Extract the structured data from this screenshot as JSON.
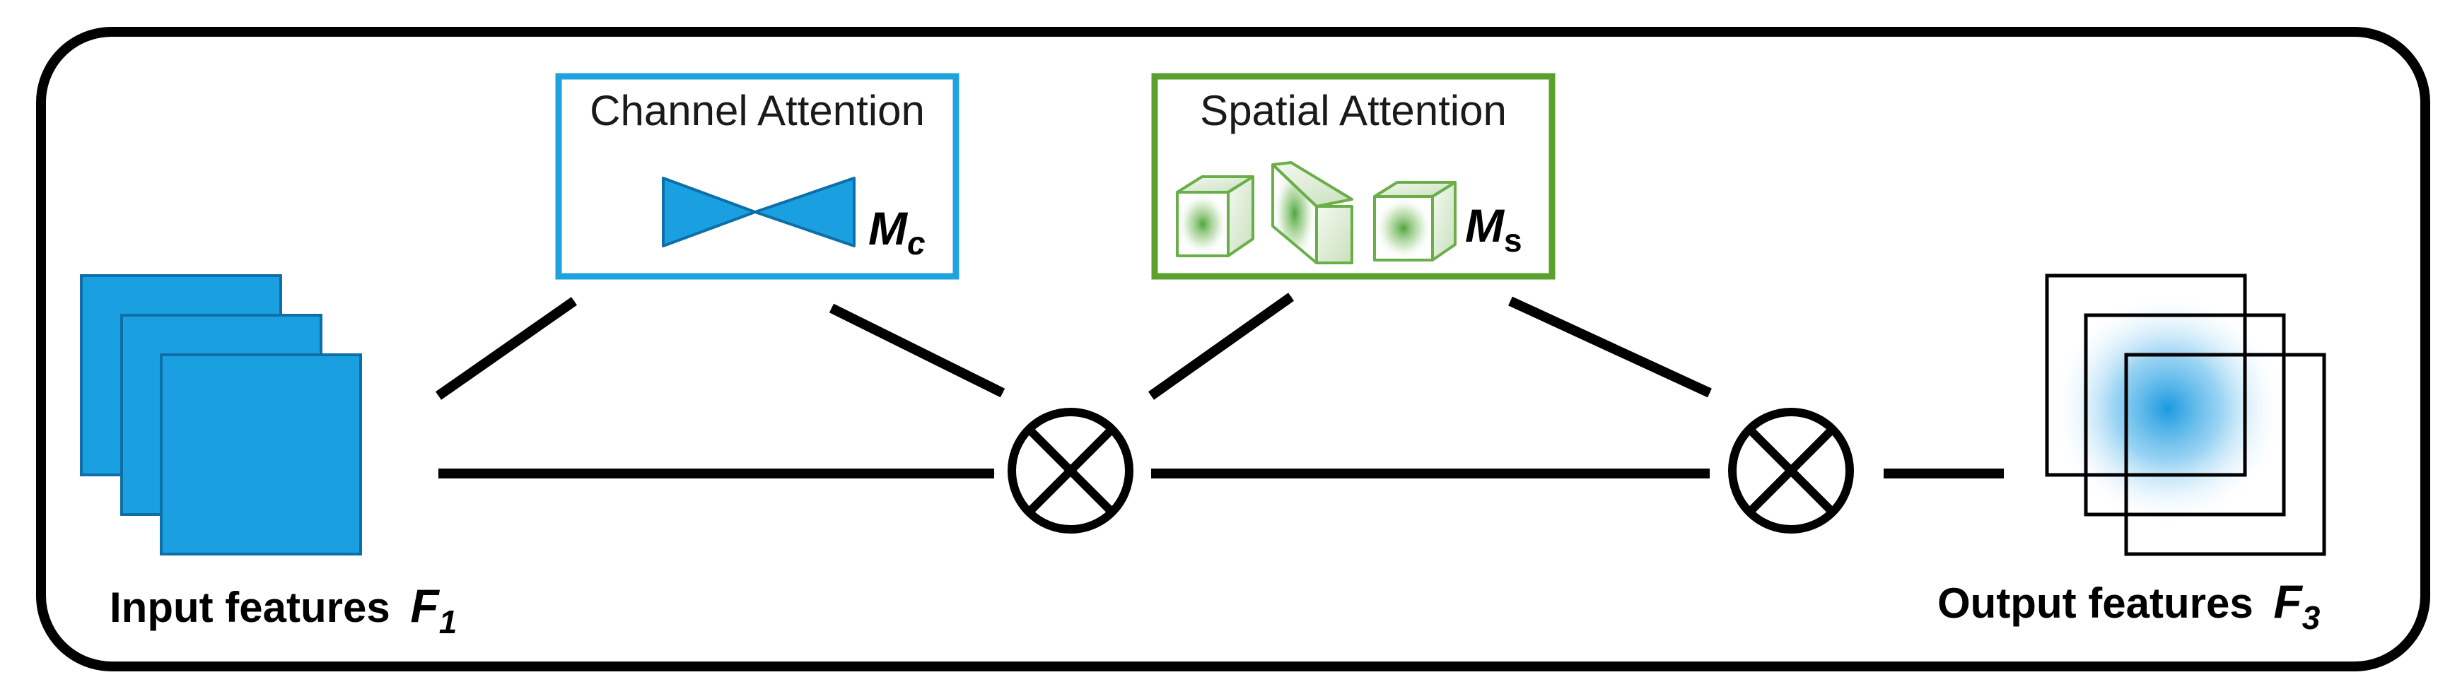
{
  "diagram": {
    "input_label": "Input features",
    "input_symbol": "F",
    "input_subscript": "1",
    "output_label": "Output features",
    "output_symbol": "F",
    "output_subscript": "3",
    "channel_attention": {
      "title": "Channel Attention",
      "map_symbol": "M",
      "map_subscript": "c"
    },
    "spatial_attention": {
      "title": "Spatial Attention",
      "map_symbol": "M",
      "map_subscript": "s"
    },
    "operator_icon": "element-wise-multiplication-icon"
  },
  "colors": {
    "frame": "#000000",
    "input_features": "#1a9fe0",
    "channel_box": "#1fa3df",
    "spatial_box": "#5aa02c",
    "spatial_cube": "#6aae48",
    "output_glow": "#1f9fdf",
    "arrow": "#000000"
  }
}
